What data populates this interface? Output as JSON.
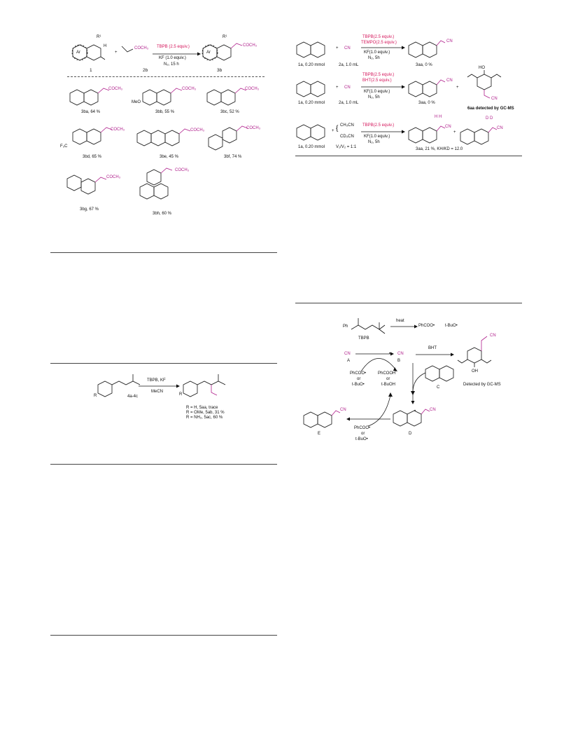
{
  "top_left_scheme": {
    "reactant_label": "1",
    "reagent_label": "2b",
    "product_label": "3b",
    "sub_R1": "R¹",
    "sub_H": "H",
    "ring_Ar": "Ar",
    "reagent_group": "COCH₃",
    "product_group": "COCH₃",
    "cond1": "TBPB (2.5 equiv.)",
    "cond2": "KF (1.0 equiv.)",
    "cond3": "N₂, 15 h",
    "plus": "+"
  },
  "products": [
    {
      "label": "3ba, 64 %",
      "group": "COCH₃"
    },
    {
      "label": "3bb, 55 %",
      "group": "COCH₃",
      "sub": "MeO"
    },
    {
      "label": "3bc, 52 %",
      "group": "COCH₃"
    },
    {
      "label": "3bd, 65 %",
      "group": "COCH₃",
      "sub": "F₃C"
    },
    {
      "label": "3be, 45 %",
      "group": "COCH₃"
    },
    {
      "label": "3bf, 74 %",
      "group": "COCH₃"
    },
    {
      "label": "3bg, 67 %",
      "group": "COCH₃"
    },
    {
      "label": "3bh, 60 %",
      "group": "COCH₃"
    }
  ],
  "mid_left_scheme": {
    "reactant_label": "4a-4c",
    "sub_R": "R",
    "cond1": "TBPB, KF",
    "cond2": "MeCN",
    "res1": "R = H, 5aa, trace",
    "res2": "R = OMe, 5ab, 31 %",
    "res3": "R = NH₂, 5ac, 60 %"
  },
  "right_top": {
    "row1": {
      "sub": "1a, 0.20 mmol",
      "reag": "2a, 1.0 mL",
      "c1": "TBPB(2.5 equiv.)",
      "c2": "TEMPO(2.5 equiv.)",
      "c3": "KF(1.0 equiv.)",
      "c4": "N₂, 5h",
      "prod": "3aa, 0 %",
      "cn": "CN",
      "plus": "+"
    },
    "row2": {
      "sub": "1a, 0.20 mmol",
      "reag": "2a, 1.0 mL",
      "c1": "TBPB(2.5 equiv.)",
      "c2": "BHT(2.5 equiv.)",
      "c3": "KF(1.0 equiv.)",
      "c4": "N₂, 5h",
      "prod": "3aa, 0 %",
      "side": "6aa detected by GC-MS",
      "oh": "HO",
      "cn": "CN",
      "plus": "+"
    },
    "row3": {
      "sub": "1a, 0.20 mmol",
      "reag1": "CH₃CN",
      "reag2": "CD₃CN",
      "ratio": "V₁/V₂ = 1:1",
      "c1": "TBPB(2.5 equiv.)",
      "c2": "KF(1.0 equiv.)",
      "c3": "N₂, 5h",
      "prod": "3aa, 21 %, KH/KD = 12.0",
      "hh": "H  H",
      "dd": "D  D",
      "cn": "CN",
      "plus": "+"
    }
  },
  "mechanism": {
    "tbpb_label": "TBPB",
    "ph": "Ph",
    "heat": "heat",
    "rad1": "PhCOO•",
    "rad2": "t-BuO•",
    "cn_a": "CN",
    "label_A": "A",
    "label_B": "B",
    "label_C": "C",
    "label_D": "D",
    "label_E": "E",
    "bht": "BHT",
    "oh": "OH",
    "cn": "CN",
    "detected": "Detected by GC-MS",
    "l_radicals": [
      "PhCOO•",
      "or",
      "t-BuO•"
    ],
    "l_acids": [
      "PhCOOH",
      "or",
      "t-BuOH"
    ],
    "b_radicals": [
      "PhCOO•",
      "or",
      "t-BuO•"
    ]
  },
  "colors": {
    "accent": "#d4145a",
    "bond": "#111111",
    "magenta": "#b0208c"
  }
}
